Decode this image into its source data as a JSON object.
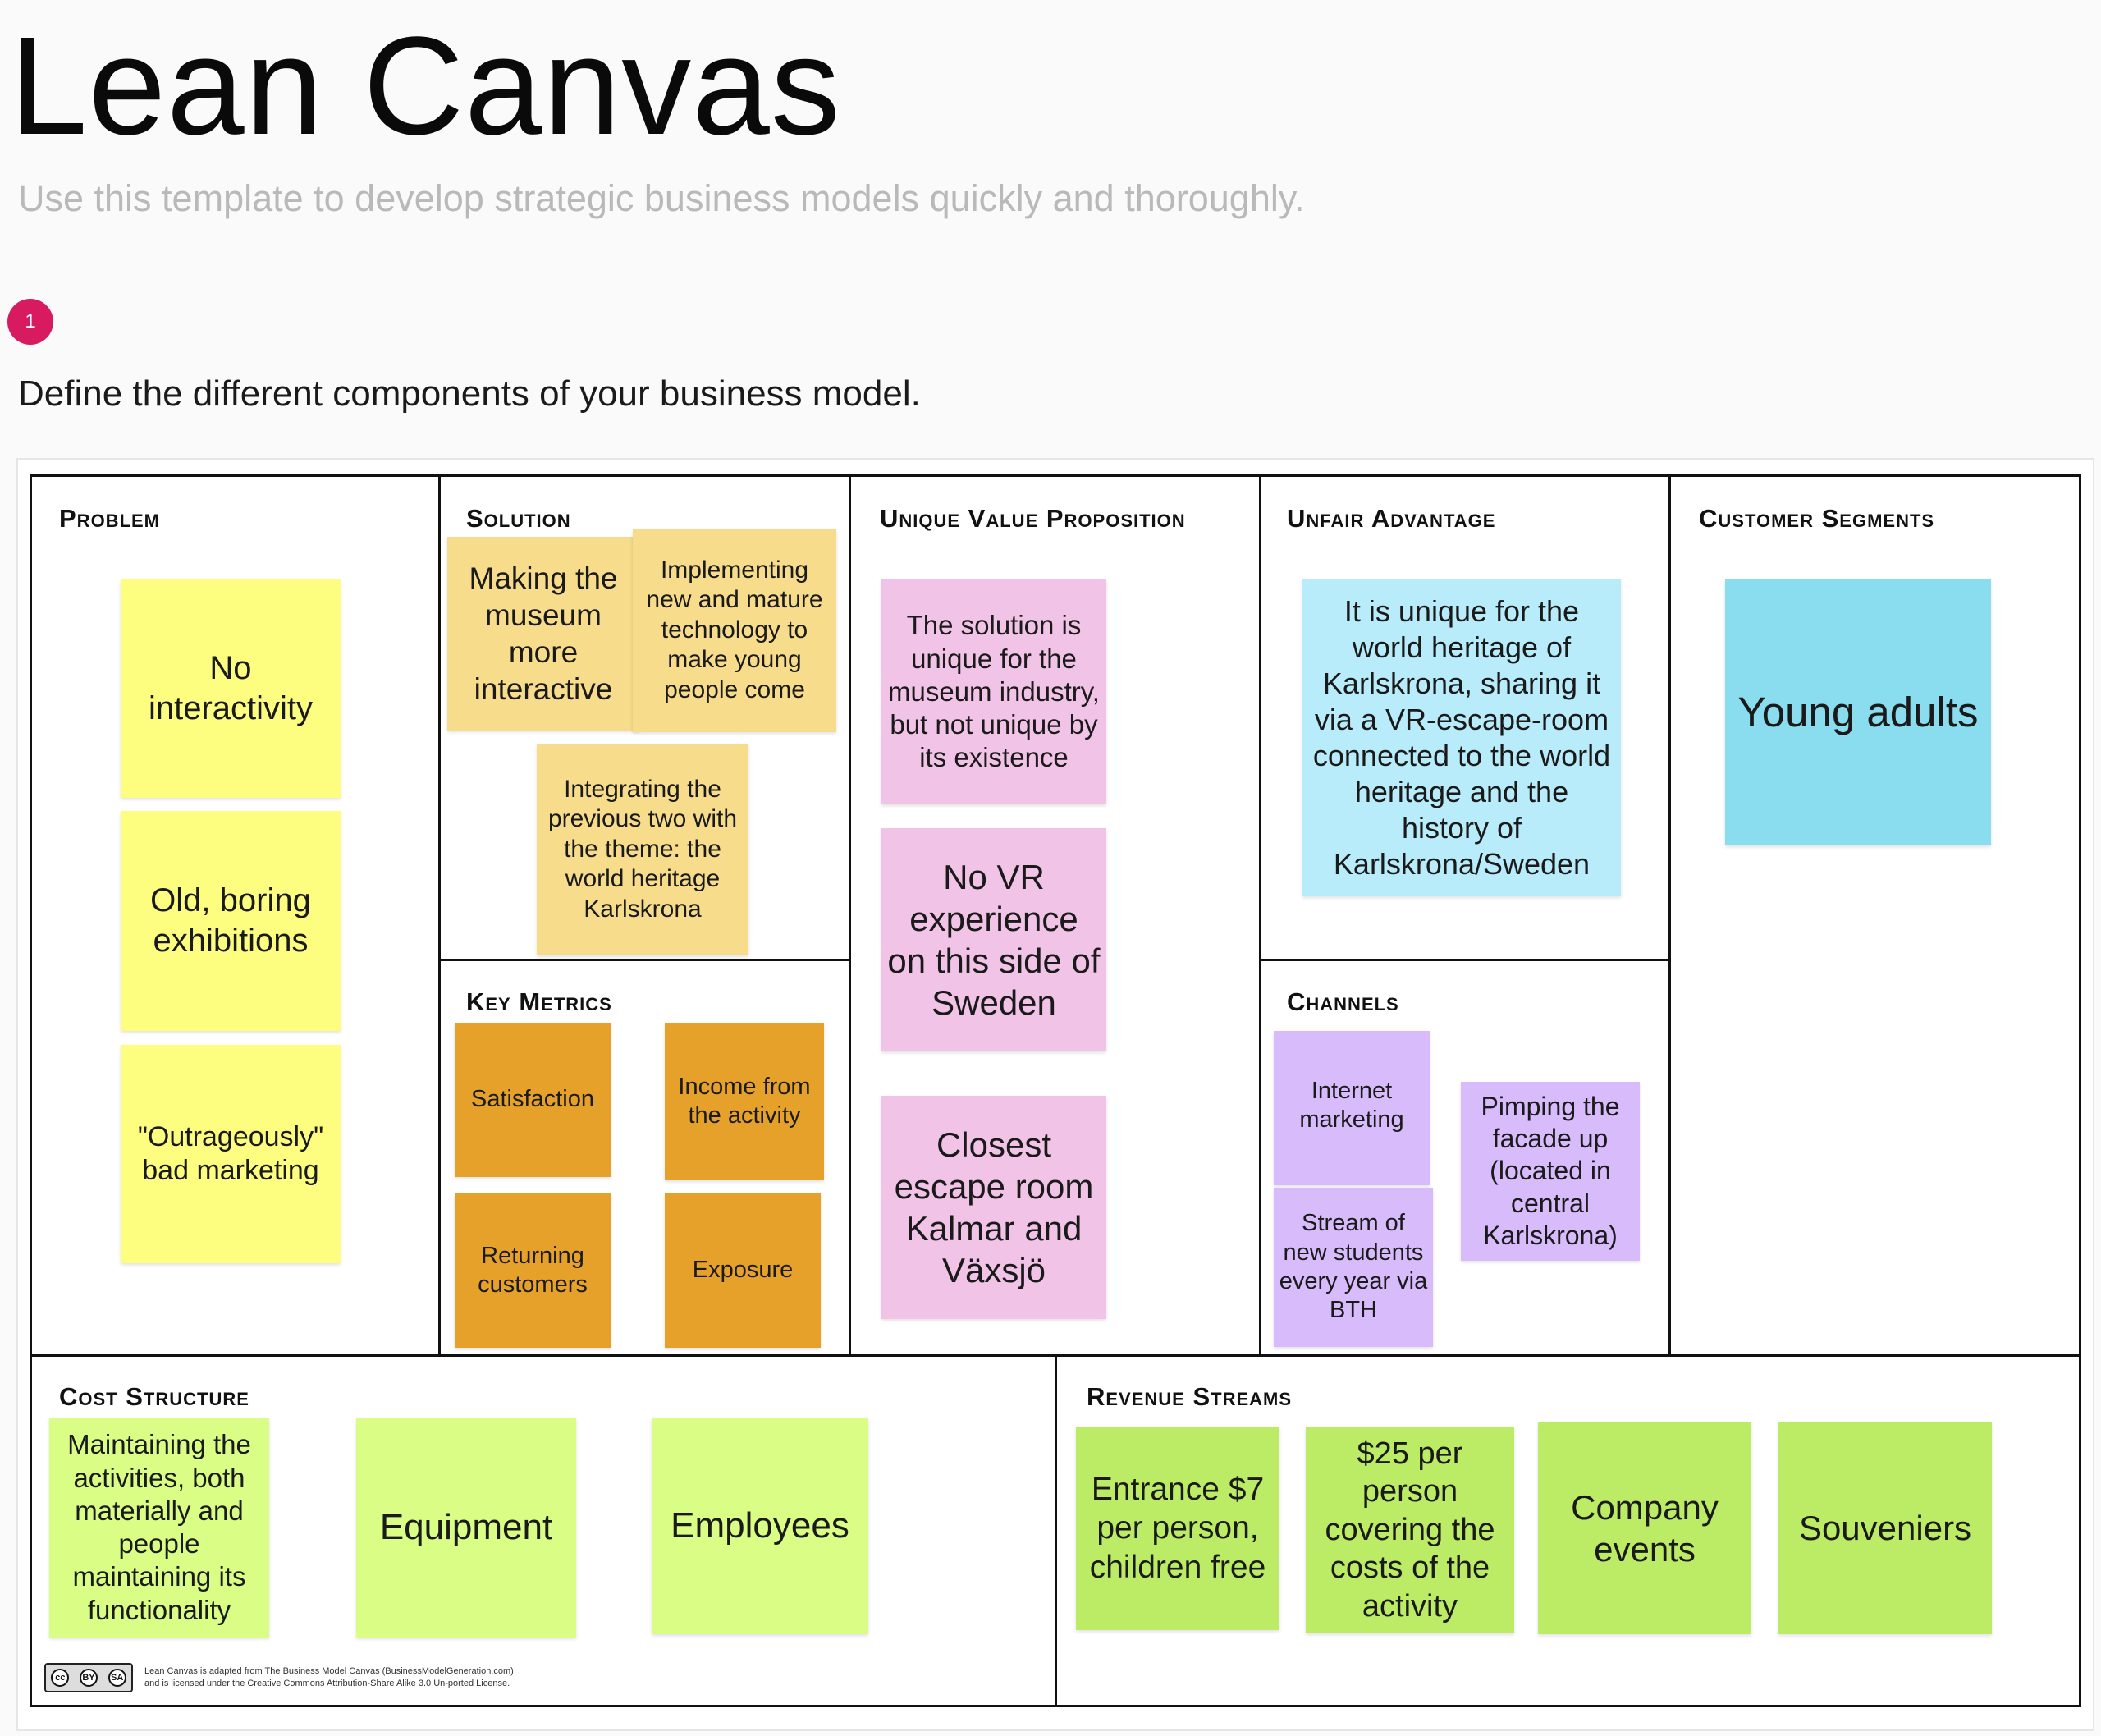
{
  "header": {
    "title": "Lean Canvas",
    "subtitle": "Use this template to develop strategic business models quickly and thoroughly."
  },
  "step": {
    "number": "1",
    "instruction": "Define the different components of your business model."
  },
  "sections": {
    "problem": "Problem",
    "solution": "Solution",
    "key_metrics": "Key Metrics",
    "uvp": "Unique Value Proposition",
    "unfair_advantage": "Unfair Advantage",
    "channels": "Channels",
    "customer_segments": "Customer Segments",
    "cost_structure": "Cost Structure",
    "revenue_streams": "Revenue Streams"
  },
  "notes": {
    "problem": [
      "No interactivity",
      "Old, boring exhibitions",
      "\"Outrageously\" bad marketing"
    ],
    "solution": [
      "Making the museum more interactive",
      "Implementing new and mature technology to make young people come",
      "Integrating the previous two with the theme: the world heritage Karlskrona"
    ],
    "key_metrics": [
      "Satisfaction",
      "Income from the activity",
      "Returning customers",
      "Exposure"
    ],
    "uvp": [
      "The solution is unique for the museum industry, but not unique by its existence",
      "No VR experience on this side of Sweden",
      "Closest escape room Kalmar and Växsjö"
    ],
    "unfair_advantage": [
      "It is unique for the world heritage of Karlskrona, sharing it via a VR-escape-room connected to the world heritage and the history of Karlskrona/Sweden"
    ],
    "channels": [
      "Internet marketing",
      "Stream of new students every year via BTH",
      "Pimping the facade up (located in central Karlskrona)"
    ],
    "customer_segments": [
      "Young adults"
    ],
    "cost_structure": [
      "Maintaining the activities, both materially and people maintaining its functionality",
      "Equipment",
      "Employees"
    ],
    "revenue_streams": [
      "Entrance $7 per person, children free",
      "$25 per person covering the costs of the activity",
      "Company events",
      "Souveniers"
    ]
  },
  "license": {
    "badge": "cc",
    "badge_by": "BY",
    "badge_sa": "SA",
    "text_line1": "Lean Canvas is adapted from The Business Model Canvas (BusinessModelGeneration.com)",
    "text_line2": "and is licensed under the Creative Commons Attribution-Share Alike 3.0 Un-ported License."
  },
  "colors": {
    "badge": "#d81b60",
    "problem_note": "#fdfd80",
    "solution_note": "#f6dc8b",
    "metrics_note": "#e6a12a",
    "uvp_note": "#f1c3e6",
    "advantage_note": "#b8ecfb",
    "segment_note": "#8adcef",
    "channel_note": "#d7bbfb",
    "cost_note": "#d9fd85",
    "revenue_note": "#bceb66"
  }
}
